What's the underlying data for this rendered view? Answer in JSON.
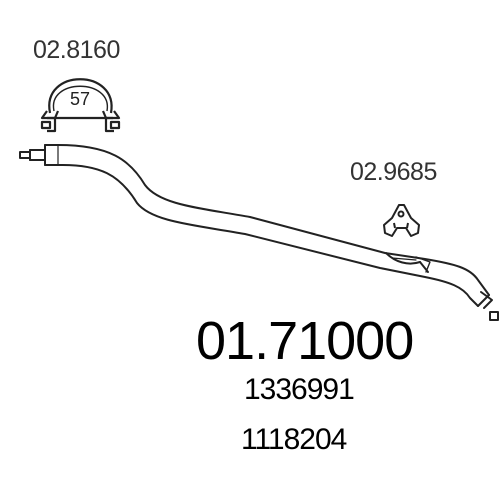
{
  "parts": {
    "clamp": {
      "code": "02.8160",
      "size": "57"
    },
    "mount": {
      "code": "02.9685"
    },
    "pipe": {
      "code": "01.71000"
    },
    "oe_numbers": [
      "1336991",
      "1118204"
    ]
  }
}
